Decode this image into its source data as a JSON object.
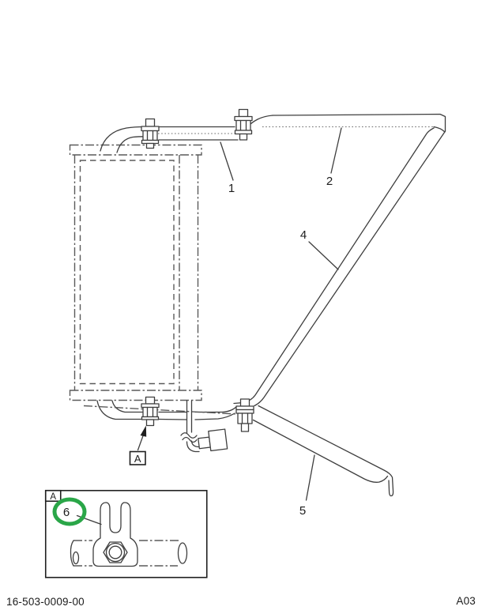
{
  "diagram": {
    "callouts": {
      "c1": "1",
      "c2": "2",
      "c4": "4",
      "c5": "5"
    },
    "detail_marker_label": "A",
    "detail_view": {
      "corner_label": "A",
      "callout_c6": "6"
    },
    "colors": {
      "solid_line": "#3e3e3e",
      "phantom_line": "#5a5a5a",
      "highlight_green": "#2aa648",
      "text": "#1c1c1c"
    }
  },
  "footer": {
    "part_number": "16-503-0009-00",
    "revision_code": "A03"
  }
}
